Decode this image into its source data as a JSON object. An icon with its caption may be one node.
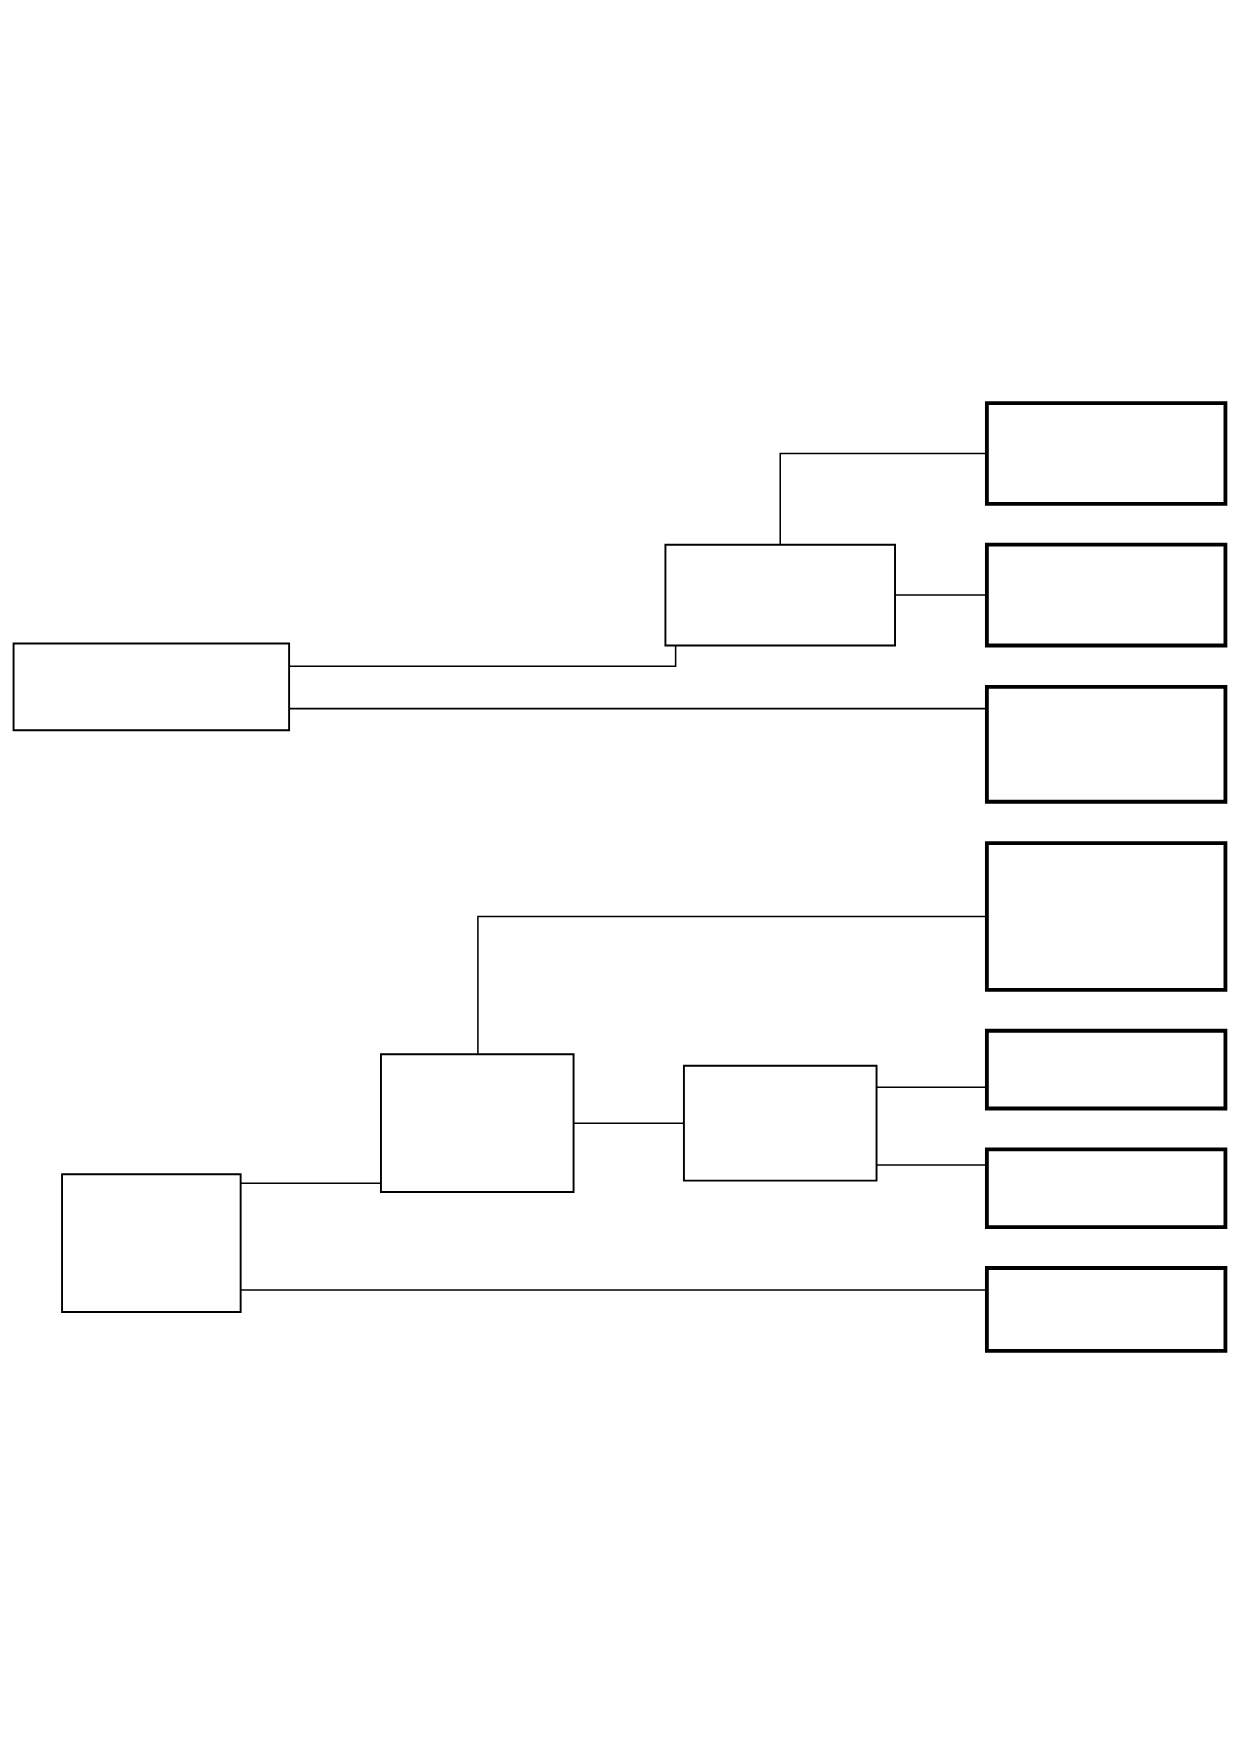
{
  "diagram": {
    "nodes": [
      {
        "text": [],
        "shape": "box"
      },
      {
        "text": [],
        "shape": "box"
      },
      {
        "text": [],
        "shape": "box"
      },
      {
        "text": [],
        "shape": "box"
      },
      {
        "text": [],
        "shape": "box"
      },
      {
        "text": [],
        "shape": "box"
      },
      {
        "text": [],
        "shape": "box"
      },
      {
        "text": [],
        "shape": "box"
      },
      {
        "text": [],
        "shape": "box"
      },
      {
        "text": [],
        "shape": "box"
      },
      {
        "text": [],
        "shape": "box"
      },
      {
        "text": [],
        "shape": "box"
      }
    ],
    "edges": [
      {
        "from": 0,
        "to": 1,
        "arrow": "none"
      },
      {
        "from": 1,
        "to": 2,
        "arrow": "none"
      },
      {
        "from": 1,
        "to": 3,
        "arrow": "none"
      },
      {
        "from": 0,
        "to": 4,
        "arrow": "none"
      },
      {
        "from": 5,
        "to": 6,
        "arrow": "none"
      },
      {
        "from": 6,
        "to": 7,
        "arrow": "none"
      },
      {
        "from": 6,
        "to": 8,
        "arrow": "none"
      },
      {
        "from": 8,
        "to": 9,
        "arrow": "none"
      },
      {
        "from": 8,
        "to": 10,
        "arrow": "none"
      },
      {
        "from": 5,
        "to": 11,
        "arrow": "none"
      }
    ]
  }
}
